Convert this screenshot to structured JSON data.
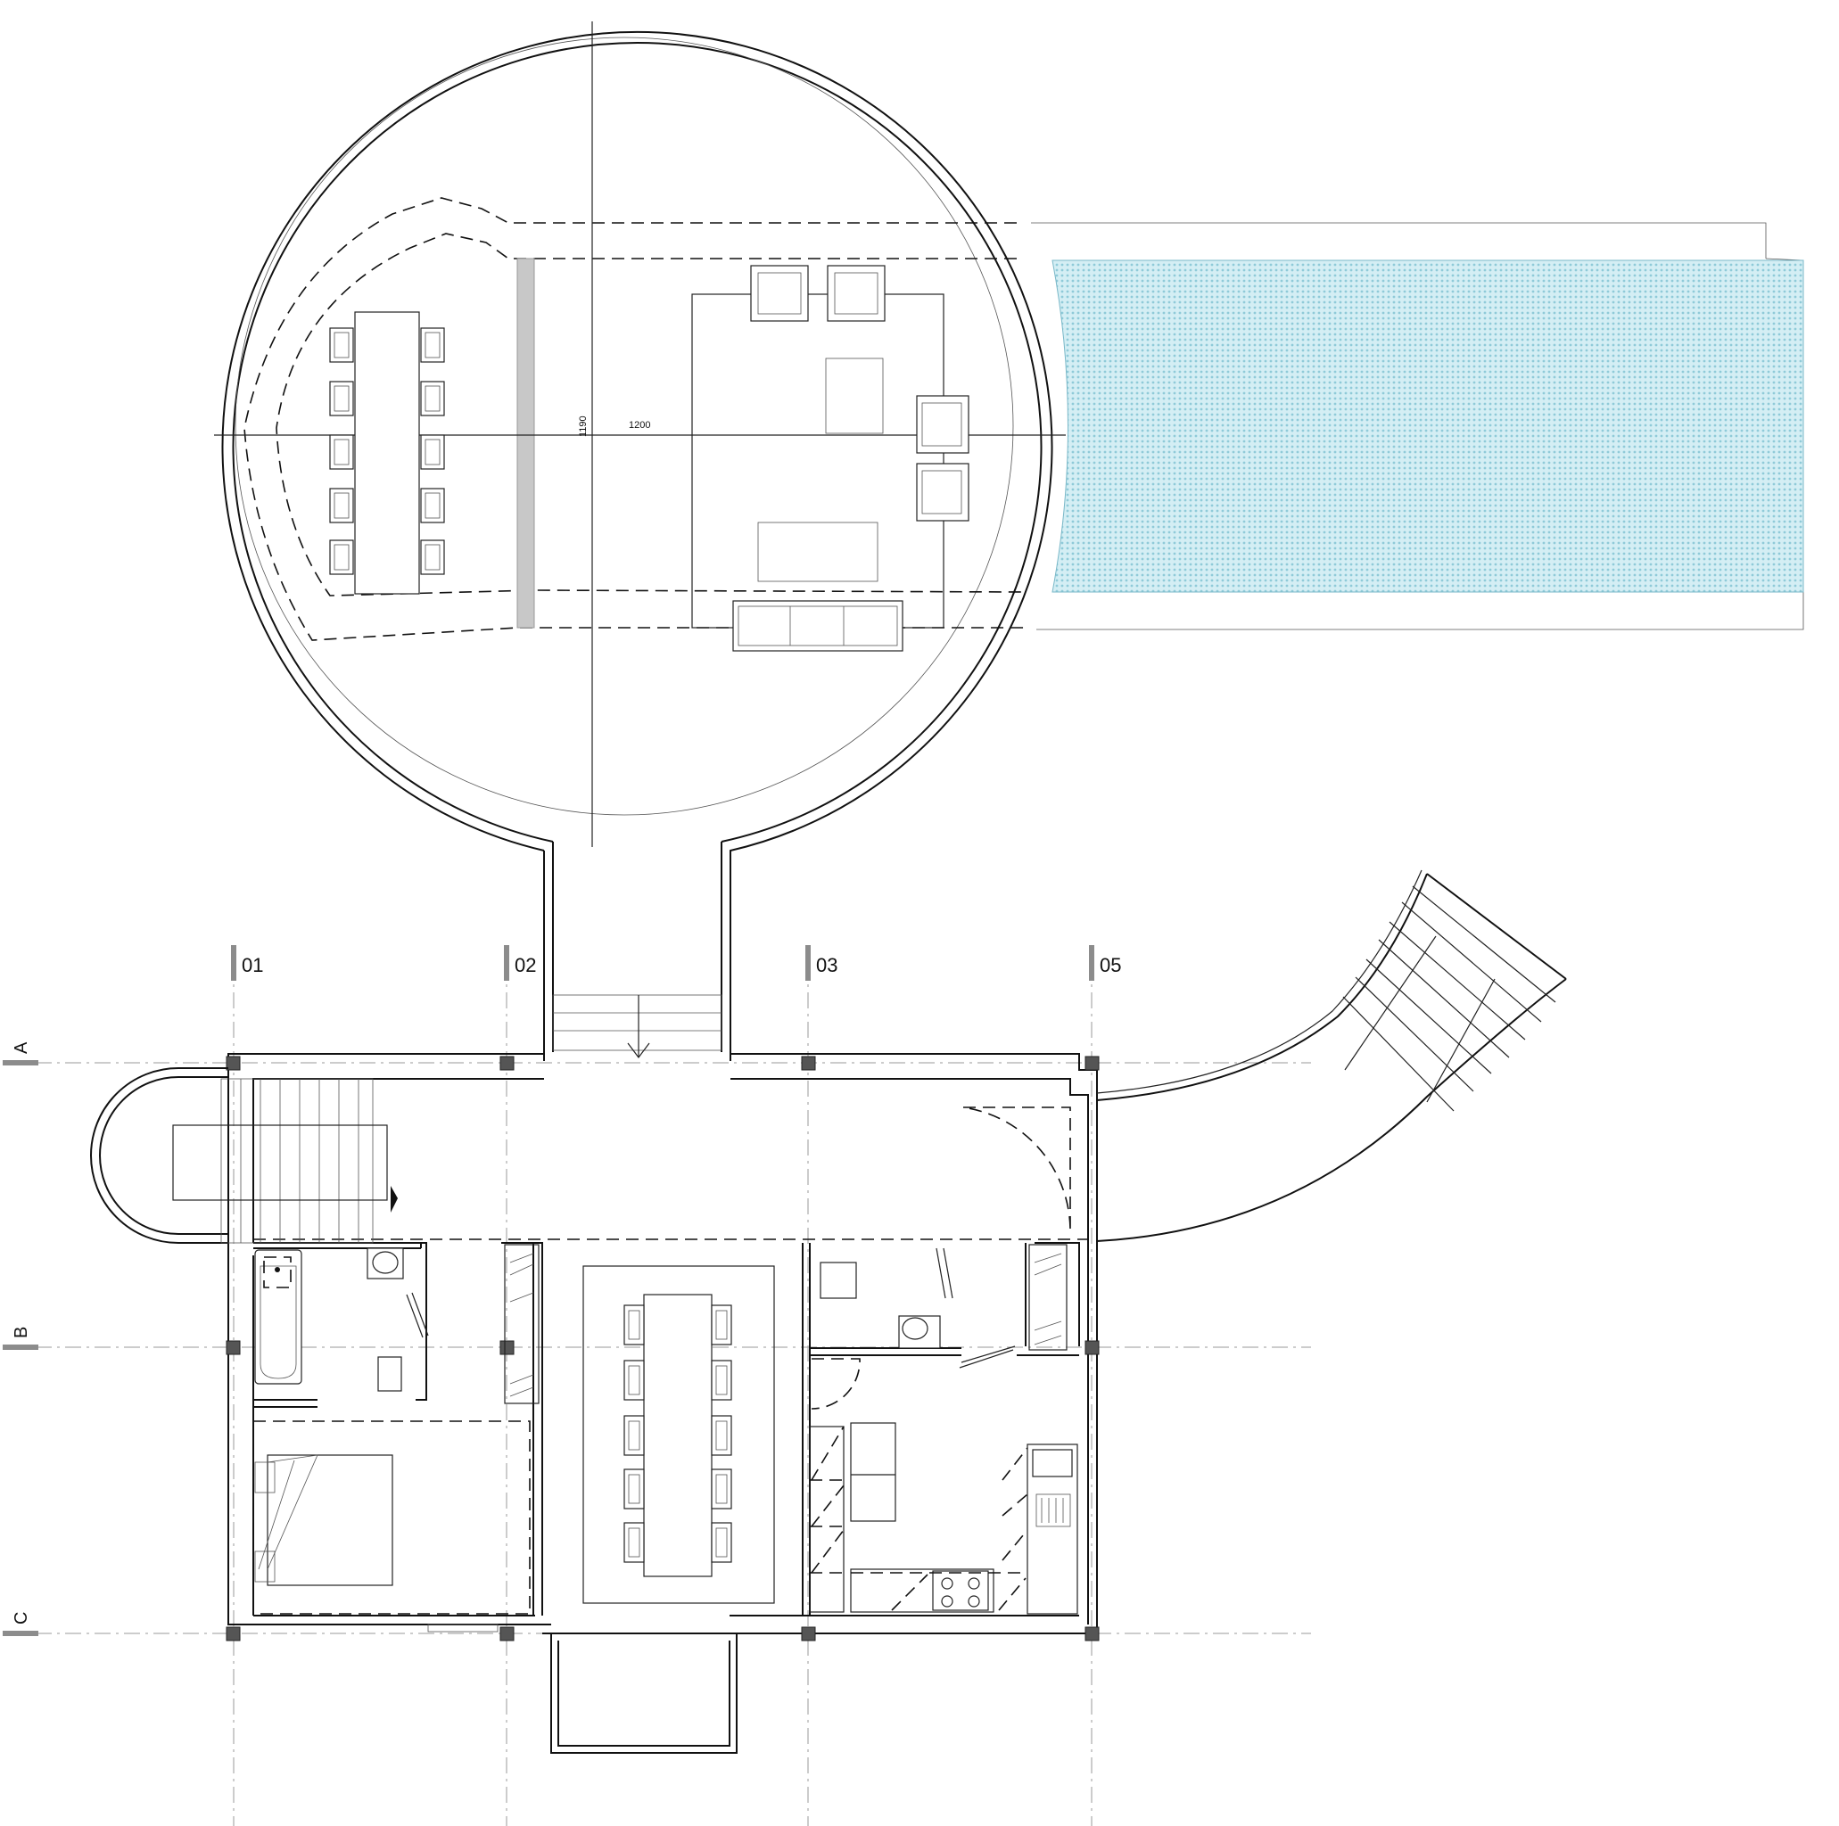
{
  "plan": {
    "axes_vertical": [
      "01",
      "02",
      "03",
      "05"
    ],
    "axes_horizontal": [
      "A",
      "B",
      "C"
    ],
    "dimensions": {
      "width_label": "1200",
      "depth_label": "1190"
    },
    "colors": {
      "pool_water": "#a9dde8",
      "pool_dots": "#8fcad8",
      "column_fill": "#555555",
      "grid_marker": "#8c8c8c",
      "gray_screen": "#c8c8c8"
    }
  }
}
